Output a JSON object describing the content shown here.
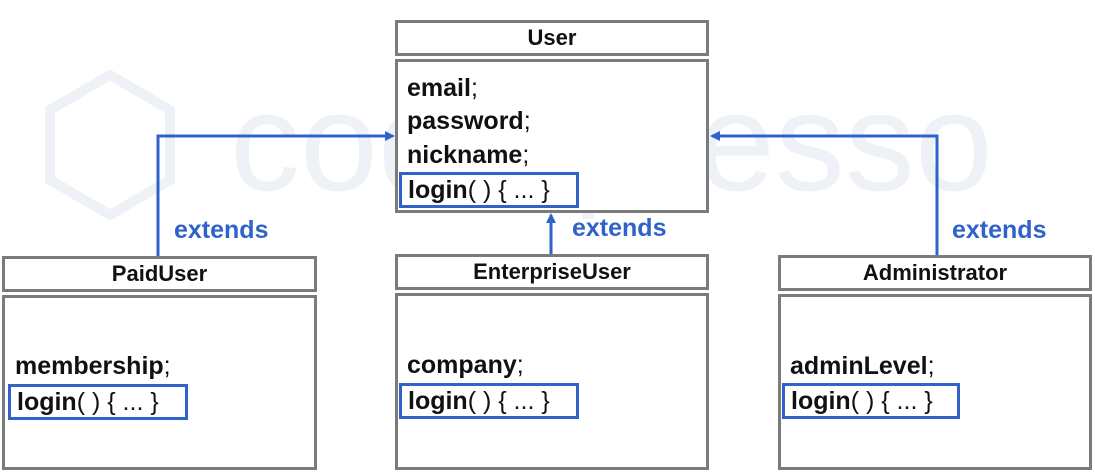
{
  "watermark": {
    "text": "code.presso"
  },
  "extends_label": "extends",
  "classes": {
    "user": {
      "title": "User",
      "fields": [
        {
          "name": "email",
          "suffix": ";"
        },
        {
          "name": "password",
          "suffix": ";"
        },
        {
          "name": "nickname",
          "suffix": ";"
        }
      ],
      "method": {
        "name": "login",
        "rest": "( ) { ... }"
      }
    },
    "paid": {
      "title": "PaidUser",
      "fields": [
        {
          "name": "membership",
          "suffix": ";"
        }
      ],
      "method": {
        "name": "login",
        "rest": "( ) { ... }"
      }
    },
    "enterprise": {
      "title": "EnterpriseUser",
      "fields": [
        {
          "name": "company",
          "suffix": ";"
        }
      ],
      "method": {
        "name": "login",
        "rest": "( ) { ... }"
      }
    },
    "admin": {
      "title": "Administrator",
      "fields": [
        {
          "name": "adminLevel",
          "suffix": ";"
        }
      ],
      "method": {
        "name": "login",
        "rest": "( ) { ... }"
      }
    }
  },
  "colors": {
    "accent": "#2f63c9",
    "border": "#7b7b7b",
    "text": "#111111"
  }
}
